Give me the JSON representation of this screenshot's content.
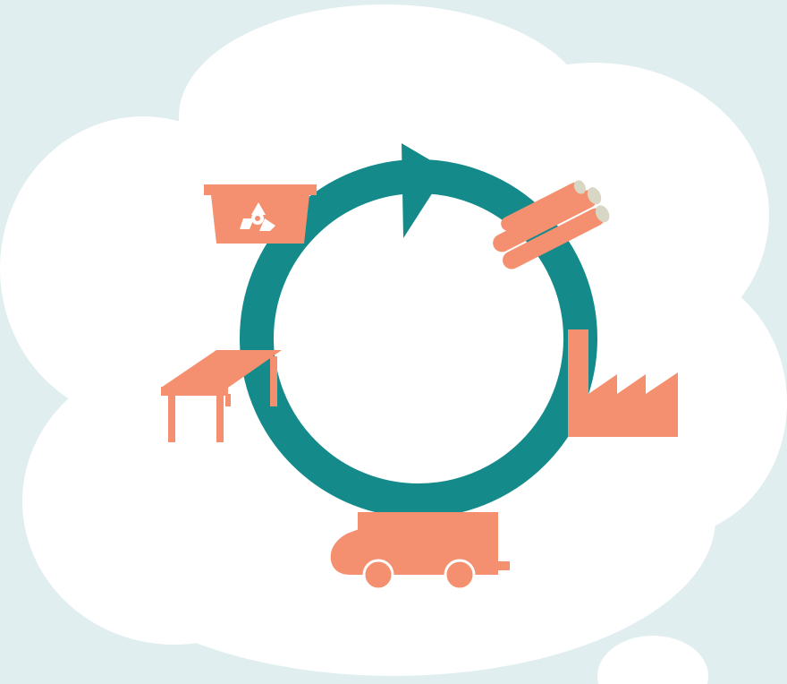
{
  "diagram": {
    "kind": "recycling-cycle",
    "direction": "clockwise",
    "colors": {
      "background": "#e0eef0",
      "cloud": "#ffffff",
      "ring": "#148b8a",
      "icon": "#f4906f",
      "log_ends": "#d8d6c4",
      "recycle_symbol": "#ffffff"
    },
    "stages": [
      {
        "name": "recycling-bin",
        "icon": "recycle-bin-icon"
      },
      {
        "name": "logs",
        "icon": "logs-icon"
      },
      {
        "name": "factory",
        "icon": "factory-icon"
      },
      {
        "name": "delivery-truck",
        "icon": "truck-icon"
      },
      {
        "name": "table",
        "icon": "table-icon"
      }
    ]
  }
}
